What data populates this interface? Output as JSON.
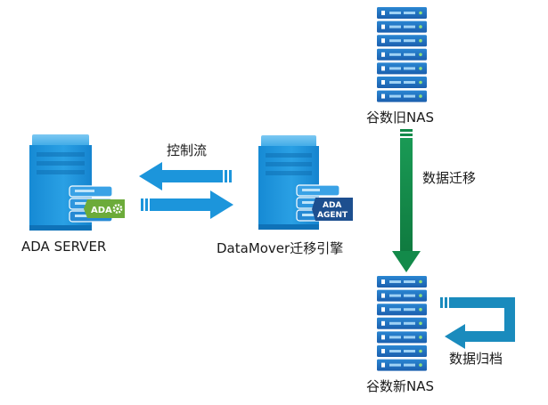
{
  "nodes": {
    "ada_server": {
      "label": "ADA SERVER",
      "badge": "ADA",
      "badge_icon": "gear-icon"
    },
    "datamover": {
      "label": "DataMover迁移引擎",
      "badge_line1": "ADA",
      "badge_line2": "AGENT"
    },
    "old_nas": {
      "label": "谷数旧NAS"
    },
    "new_nas": {
      "label": "谷数新NAS"
    }
  },
  "edges": {
    "control_flow": {
      "label": "控制流"
    },
    "data_migration": {
      "label": "数据迁移"
    },
    "data_archive": {
      "label": "数据归档"
    }
  },
  "colors": {
    "server_blue": "#1e8fd6",
    "server_light": "#5ab8ec",
    "nas_dark": "#1f6fb8",
    "arrow_blue": "#1c95db",
    "migration_green": "#138a4a",
    "archive_teal": "#1a8bbd",
    "badge_green": "#6cab3a",
    "agent_navy": "#1d4f8f"
  }
}
